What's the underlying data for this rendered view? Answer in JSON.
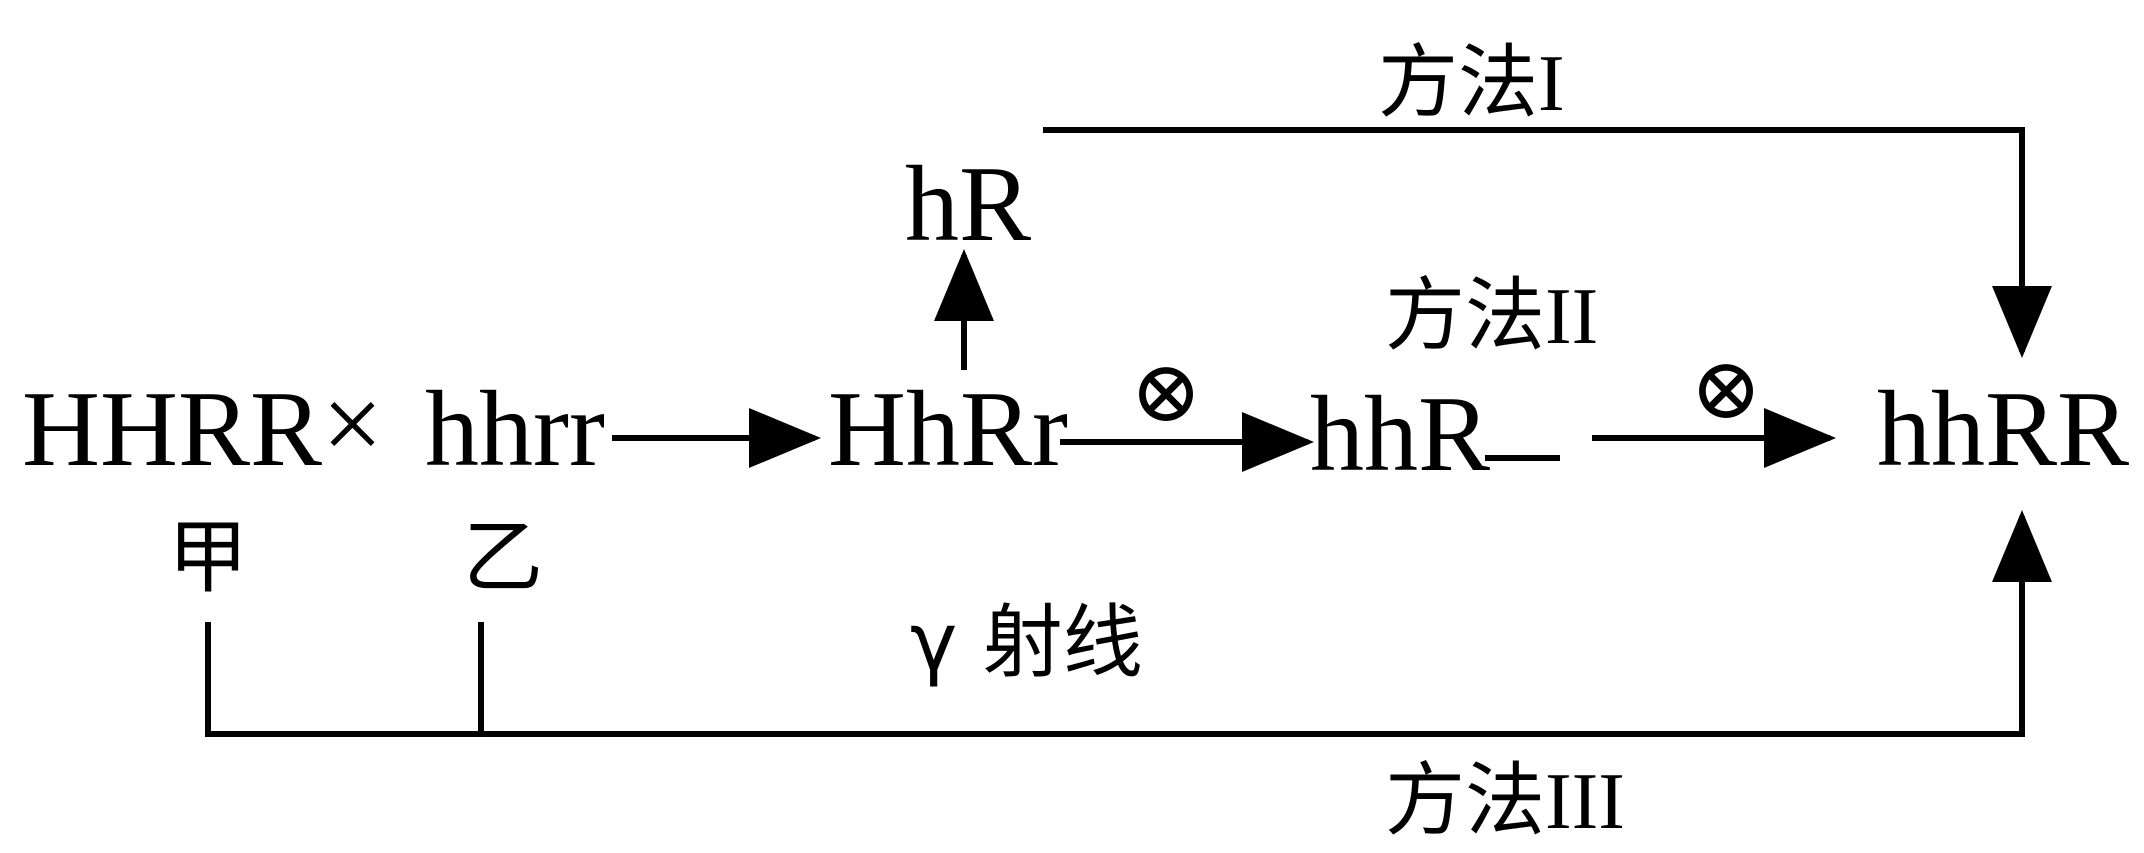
{
  "parents": {
    "p1_genotype": "HHRR",
    "cross_symbol": "×",
    "p2_genotype": "hhrr",
    "p1_name": "甲",
    "p2_name": "乙"
  },
  "nodes": {
    "f1": "HhRr",
    "gamete": "hR",
    "f2_prefix": "hhR",
    "target": "hhRR"
  },
  "methods": {
    "method_1": "方法I",
    "method_2": "方法II",
    "method_3": "方法III"
  },
  "symbols": {
    "self_cross_1": "⊗",
    "self_cross_2": "⊗"
  },
  "treatments": {
    "radiation": "γ 射线"
  },
  "colors": {
    "ink": "#000000",
    "background": "#ffffff"
  }
}
